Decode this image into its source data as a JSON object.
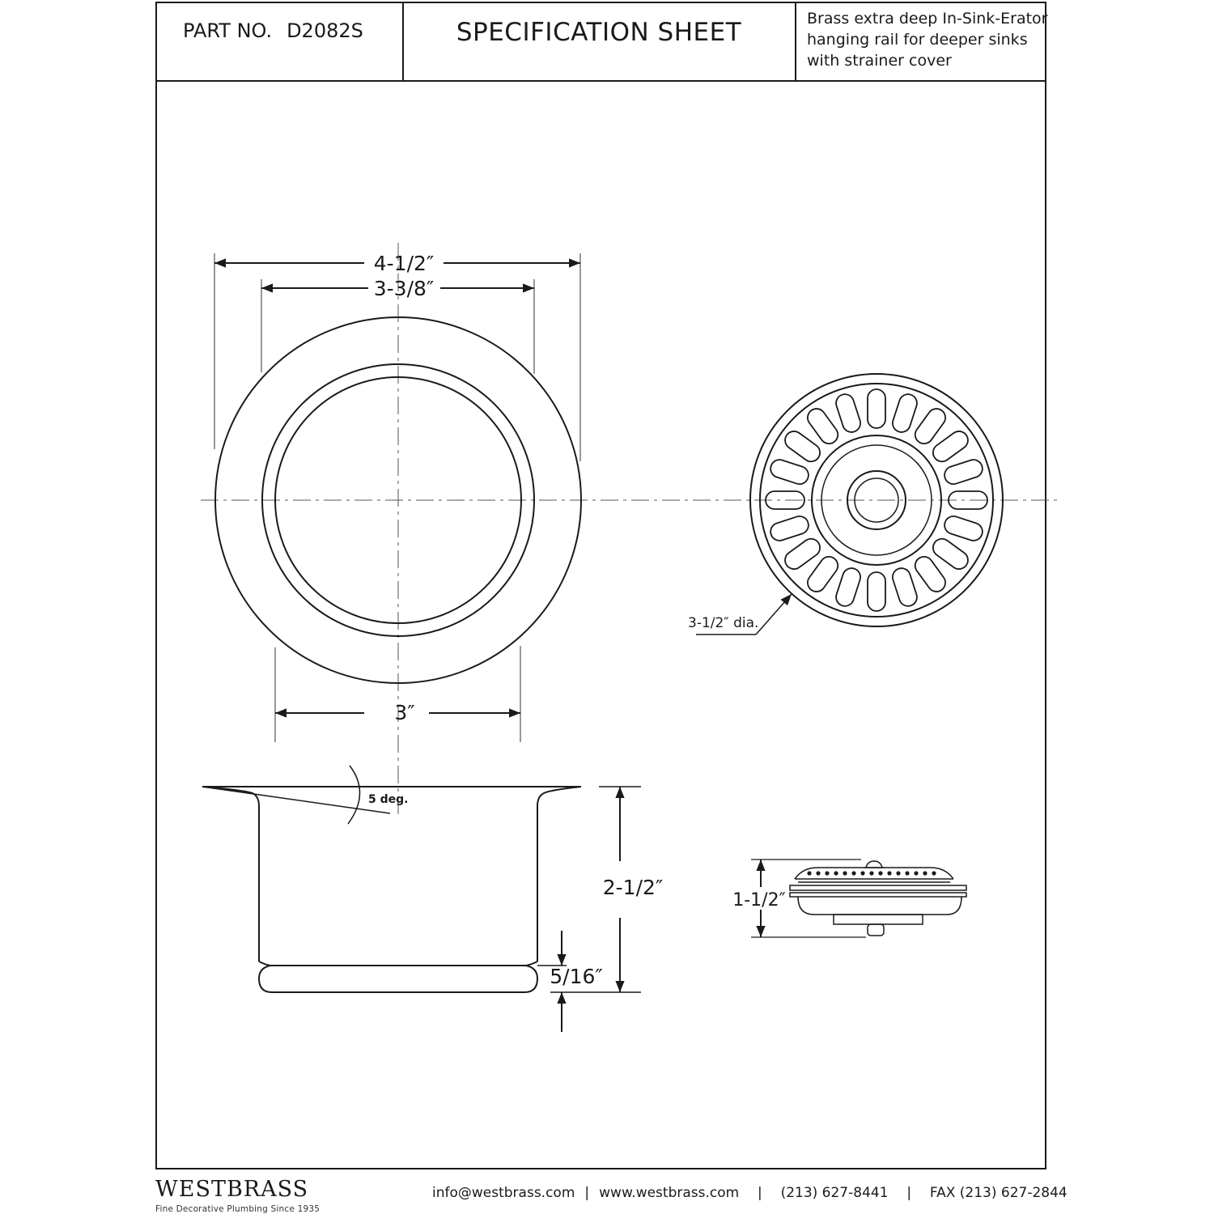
{
  "header": {
    "part_label": "PART NO.",
    "part_number": "D2082S",
    "title": "SPECIFICATION SHEET",
    "description_lines": [
      "Brass extra deep In-Sink-Erator",
      "hanging rail for deeper sinks",
      "with strainer cover"
    ]
  },
  "drawing": {
    "flange_top_view": {
      "outer_diameter": "4-1/2″",
      "inner_diameter": "3-3/8″",
      "bottom_diameter": "3″"
    },
    "flange_side_view": {
      "angle": "5 deg.",
      "height": "2-1/2″",
      "lip_height": "5/16″"
    },
    "strainer_top_view": {
      "diameter": "3-1/2″ dia."
    },
    "strainer_side_view": {
      "height": "1-1/2″"
    }
  },
  "footer": {
    "brand": "WESTBRASS",
    "tagline": "Fine Decorative Plumbing Since 1935",
    "email": "info@westbrass.com",
    "website": "www.westbrass.com",
    "phone": "(213) 627-8441",
    "fax": "FAX (213) 627-2844"
  }
}
